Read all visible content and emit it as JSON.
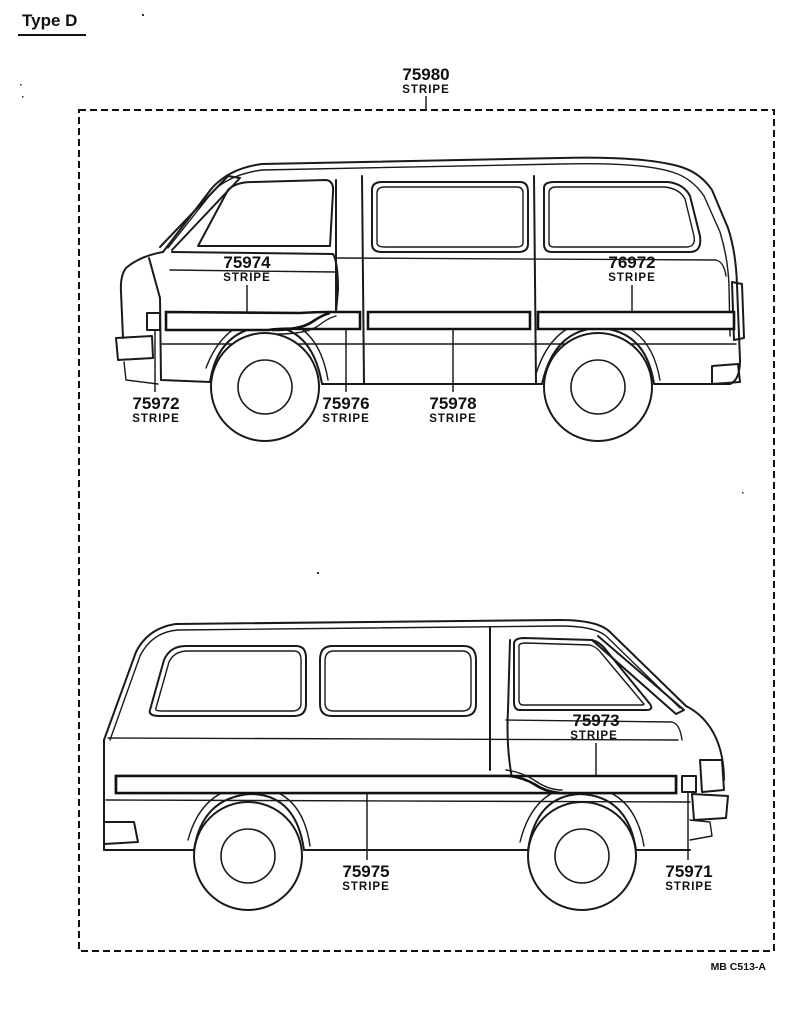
{
  "header": {
    "title": "Type D"
  },
  "frame_label": {
    "part": "75980",
    "name": "STRIPE"
  },
  "callouts": {
    "c75974": {
      "part": "75974",
      "name": "STRIPE"
    },
    "c76972": {
      "part": "76972",
      "name": "STRIPE"
    },
    "c75972": {
      "part": "75972",
      "name": "STRIPE"
    },
    "c75976": {
      "part": "75976",
      "name": "STRIPE"
    },
    "c75978": {
      "part": "75978",
      "name": "STRIPE"
    },
    "c75973": {
      "part": "75973",
      "name": "STRIPE"
    },
    "c75975": {
      "part": "75975",
      "name": "STRIPE"
    },
    "c75971": {
      "part": "75971",
      "name": "STRIPE"
    }
  },
  "footer": {
    "ref_code": "MB  C513-A"
  },
  "icons": [
    "van-side-left-icon",
    "van-side-right-icon",
    "wheel-icon"
  ]
}
